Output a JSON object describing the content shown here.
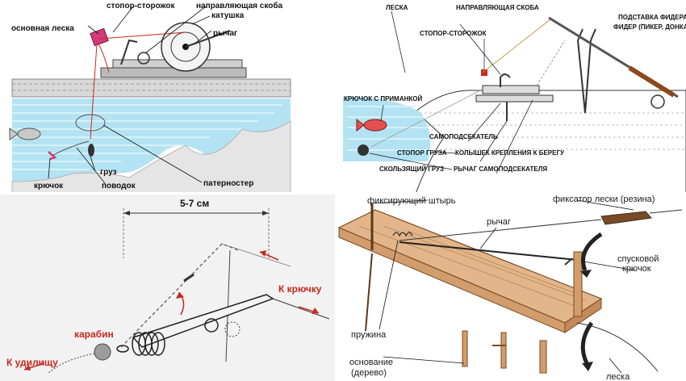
{
  "panel_top_left": {
    "labels": {
      "stopper": "стопор-сторожок",
      "guide_bracket": "направляющая скоба",
      "main_line": "основная леска",
      "reel": "катушка",
      "lever": "рычаг",
      "weight": "груз",
      "hook": "крючок",
      "leash": "поводок",
      "paternoster": "патерностер"
    }
  },
  "panel_top_right": {
    "labels": {
      "line": "ЛЕСКА",
      "guide_bracket": "НАПРАВЛЯЮЩАЯ СКОБА",
      "feeder_stand": "ПОДСТАВКА ФИДЕРА",
      "stopper": "СТОПОР-СТОРОЖОК",
      "feeder_rod": "ФИДЕР (ПИКЕР, ДОНКА)",
      "hook_bait": "КРЮЧОК С ПРИМАНКОЙ",
      "self_hooker": "САМОПОДСЕКАТЕЛЬ",
      "weight_stopper": "СТОПОР ГРУЗА",
      "shore_peg": "КОЛЫШЕК КРЕПЛЕНИЯ К БЕРЕГУ",
      "sliding_weight": "СКОЛЬЗЯЩИЙ ГРУЗ",
      "lever": "РЫЧАГ САМОПОДСЕКАТЕЛЯ"
    }
  },
  "panel_bottom_left": {
    "labels": {
      "distance": "5-7 см",
      "carabiner": "карабин",
      "to_hook": "К крючку",
      "to_rod": "К удилищу"
    }
  },
  "panel_bottom_right": {
    "labels": {
      "fixing_pin": "фиксирующий штырь",
      "line_clamp": "фиксатор лески (резина)",
      "lever": "рычаг",
      "trigger_hook_1": "спусковой",
      "trigger_hook_2": "крючок",
      "spring": "пружина",
      "base_1": "основание",
      "base_2": "(дерево)",
      "line": "леска"
    }
  },
  "colors": {
    "water": "#b3e3f2",
    "wood": "#e2b68a",
    "wood_dark": "#c48a5a",
    "label_red": "#c8281e",
    "pink": "#d23a7a"
  }
}
